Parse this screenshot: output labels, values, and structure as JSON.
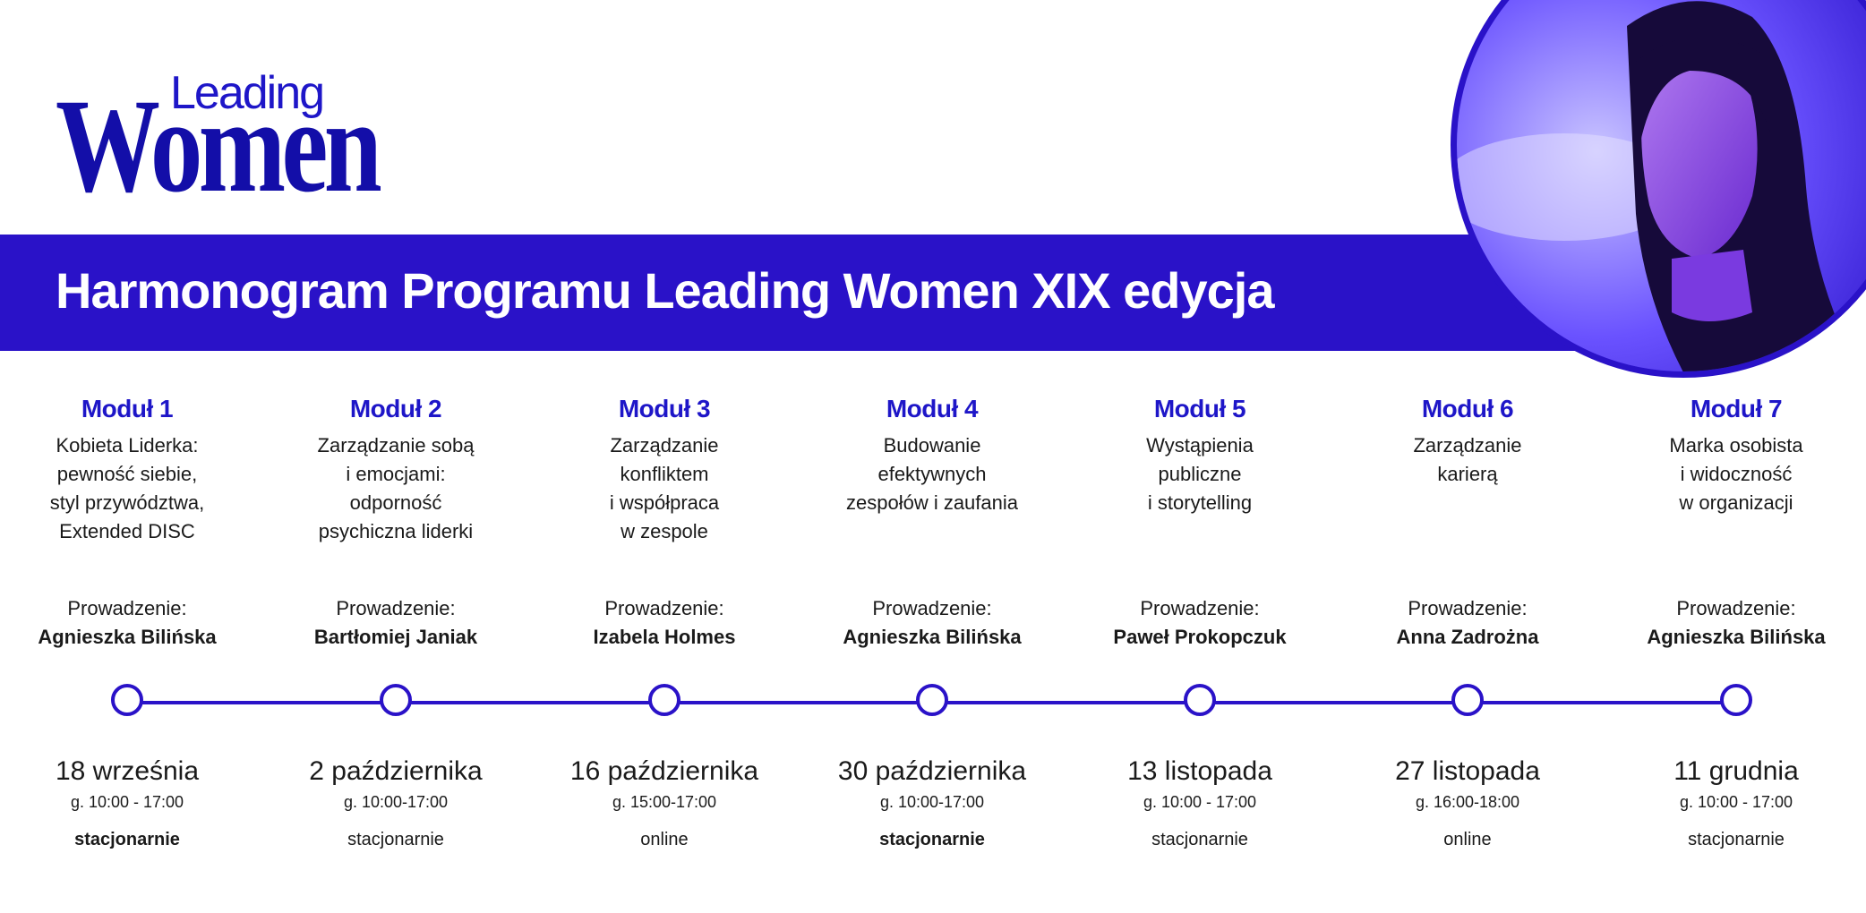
{
  "logo": {
    "line1": "Leading",
    "line2": "Women"
  },
  "banner": {
    "title": "Harmonogram Programu Leading Women XIX edycja"
  },
  "modules": [
    {
      "label": "Moduł 1",
      "topic": [
        "Kobieta Liderka:",
        "pewność siebie,",
        "styl przywództwa,",
        "Extended DISC"
      ],
      "lead_label": "Prowadzenie:",
      "lead_name": "Agnieszka Bilińska",
      "date": "18 września",
      "hours": "g. 10:00 - 17:00",
      "mode": "stacjonarnie",
      "mode_bold": true
    },
    {
      "label": "Moduł 2",
      "topic": [
        "Zarządzanie sobą",
        "i emocjami:",
        "odporność",
        "psychiczna liderki"
      ],
      "lead_label": "Prowadzenie:",
      "lead_name": "Bartłomiej Janiak",
      "date": "2 października",
      "hours": "g. 10:00-17:00",
      "mode": "stacjonarnie",
      "mode_bold": false
    },
    {
      "label": "Moduł 3",
      "topic": [
        "Zarządzanie",
        "konfliktem",
        "i współpraca",
        "w zespole"
      ],
      "lead_label": "Prowadzenie:",
      "lead_name": "Izabela Holmes",
      "date": "16 października",
      "hours": "g. 15:00-17:00",
      "mode": "online",
      "mode_bold": false
    },
    {
      "label": "Moduł 4",
      "topic": [
        "Budowanie",
        "efektywnych",
        "zespołów i zaufania"
      ],
      "lead_label": "Prowadzenie:",
      "lead_name": "Agnieszka Bilińska",
      "date": "30 października",
      "hours": "g. 10:00-17:00",
      "mode": "stacjonarnie",
      "mode_bold": true
    },
    {
      "label": "Moduł 5",
      "topic": [
        "Wystąpienia",
        "publiczne",
        "i storytelling"
      ],
      "lead_label": "Prowadzenie:",
      "lead_name": "Paweł Prokopczuk",
      "date": "13 listopada",
      "hours": "g. 10:00 - 17:00",
      "mode": "stacjonarnie",
      "mode_bold": false
    },
    {
      "label": "Moduł 6",
      "topic": [
        "Zarządzanie",
        "karierą"
      ],
      "lead_label": "Prowadzenie:",
      "lead_name": "Anna Zadrożna",
      "date": "27 listopada",
      "hours": "g. 16:00-18:00",
      "mode": "online",
      "mode_bold": false
    },
    {
      "label": "Moduł 7",
      "topic": [
        "Marka osobista",
        "i widoczność",
        "w organizacji"
      ],
      "lead_label": "Prowadzenie:",
      "lead_name": "Agnieszka Bilińska",
      "date": "11 grudnia",
      "hours": "g. 10:00 - 17:00",
      "mode": "stacjonarnie",
      "mode_bold": false
    }
  ],
  "colors": {
    "brand": "#2a12c8",
    "logo": "#130ea8",
    "text": "#1a1a1a"
  }
}
